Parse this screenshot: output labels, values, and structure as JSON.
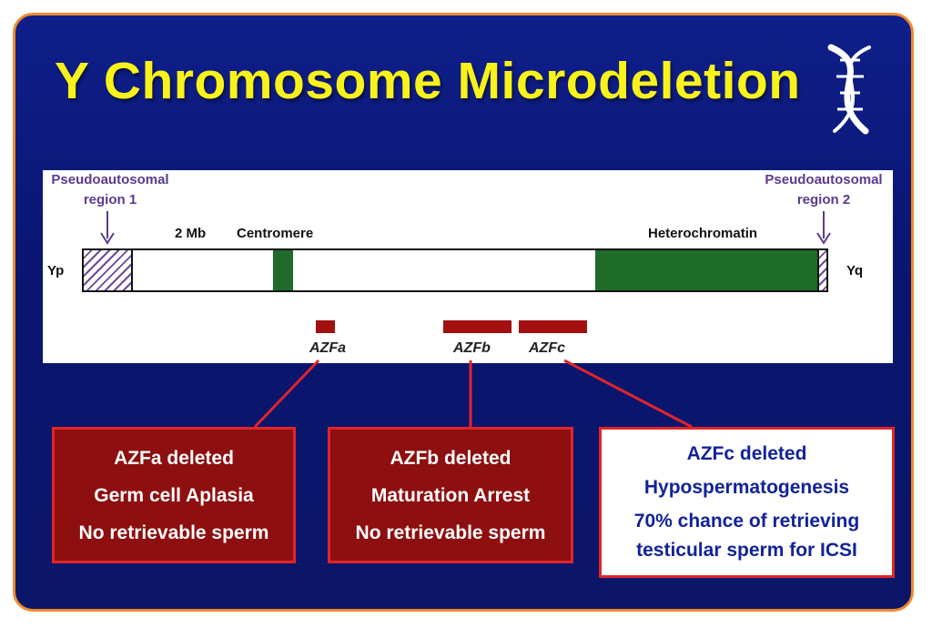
{
  "title": "Y Chromosome Microdeletion",
  "colors": {
    "background": "#0b1668",
    "border": "#ee8a2a",
    "title": "#f7f21a",
    "heterochromatin": "#1f6b2a",
    "deletion": "#a31010",
    "box_red_fill": "#8e0f10",
    "connector": "#e0252a",
    "box_text_blue": "#13229a",
    "label_purple": "#5b3a8e"
  },
  "logo": {
    "icon": "dna-helix-icon"
  },
  "diagram": {
    "pseudo1": {
      "line1": "Pseudoautosomal",
      "line2": "region 1"
    },
    "pseudo2": {
      "line1": "Pseudoautosomal",
      "line2": "region 2"
    },
    "size_label": "2 Mb",
    "centromere": "Centromere",
    "heterochromatin": "Heterochromatin",
    "yp": "Yp",
    "yq": "Yq",
    "azfa": "AZFa",
    "azfb": "AZFb",
    "azfc": "AZFc"
  },
  "boxes": [
    {
      "lines": [
        "AZFa deleted",
        "Germ cell Aplasia",
        "No retrievable sperm"
      ]
    },
    {
      "lines": [
        "AZFb deleted",
        "Maturation Arrest",
        "No retrievable sperm"
      ]
    },
    {
      "lines": [
        "AZFc deleted",
        "Hypospermatogenesis",
        "70% chance of retrieving",
        "testicular sperm for ICSI"
      ]
    }
  ]
}
